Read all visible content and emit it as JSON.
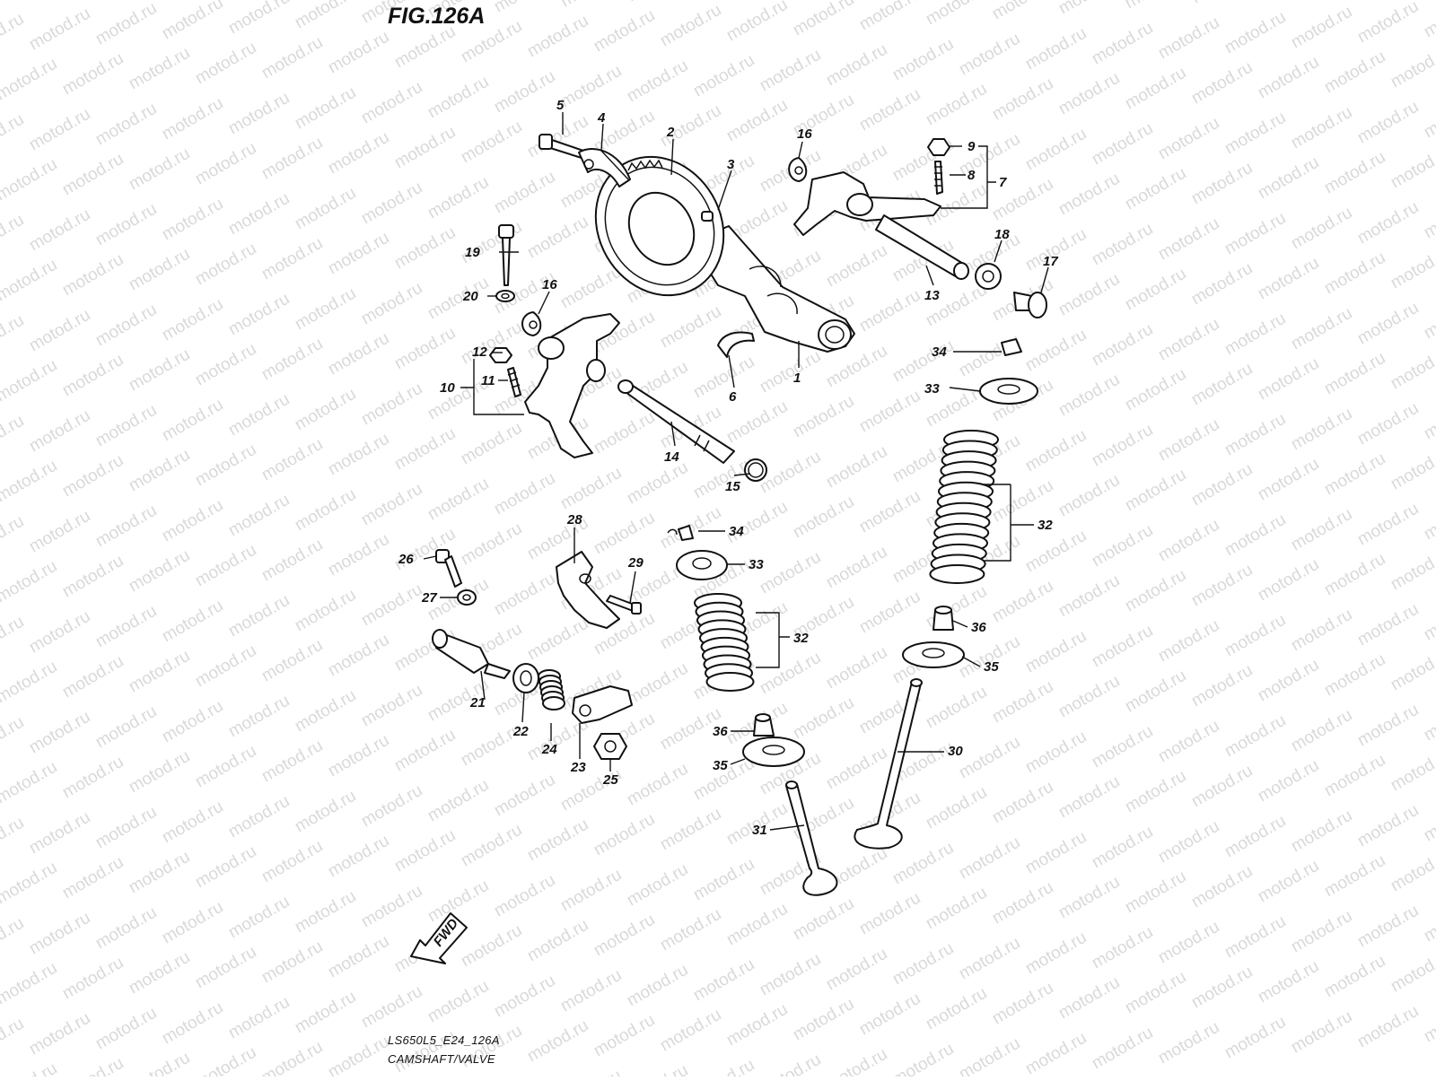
{
  "figure": {
    "title": "FIG.126A",
    "model_code": "LS650L5_E24_126A",
    "caption": "CAMSHAFT/VALVE",
    "direction_label": "FWD",
    "watermark": "motod.ru"
  },
  "callouts": {
    "c1": "1",
    "c2": "2",
    "c3": "3",
    "c4": "4",
    "c5": "5",
    "c6": "6",
    "c7": "7",
    "c8": "8",
    "c9": "9",
    "c10": "10",
    "c11": "11",
    "c12": "12",
    "c13": "13",
    "c14": "14",
    "c15": "15",
    "c16a": "16",
    "c16b": "16",
    "c17": "17",
    "c18": "18",
    "c19": "19",
    "c20": "20",
    "c21": "21",
    "c22": "22",
    "c23": "23",
    "c24": "24",
    "c25": "25",
    "c26": "26",
    "c27": "27",
    "c28": "28",
    "c29": "29",
    "c30": "30",
    "c31": "31",
    "c32a": "32",
    "c32b": "32",
    "c33a": "33",
    "c33b": "33",
    "c34a": "34",
    "c34b": "34",
    "c35a": "35",
    "c35b": "35",
    "c36a": "36",
    "c36b": "36"
  },
  "colors": {
    "line": "#111111",
    "watermark": "#d9d9d9",
    "background": "#ffffff"
  }
}
